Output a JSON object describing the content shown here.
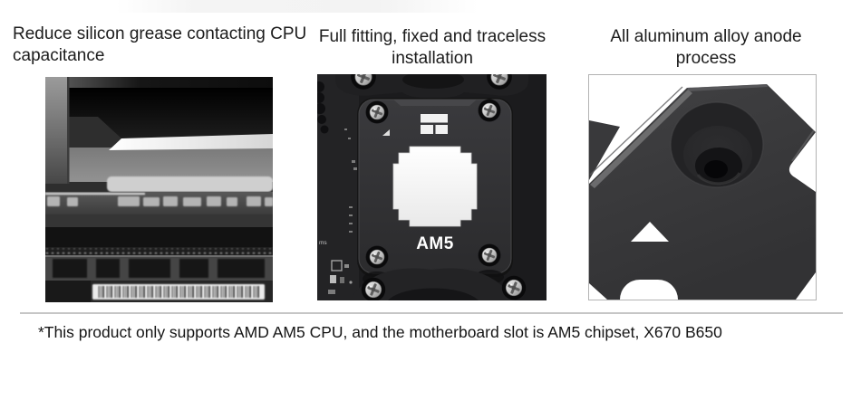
{
  "features": [
    {
      "title": "Reduce silicon grease contacting CPU capacitance",
      "image": "macro photo of CPU socket edge with cooler frame"
    },
    {
      "title": "Full fitting, fixed and traceless installation",
      "image": "AM5 mounting frame installed on motherboard",
      "frame_label": "AM5",
      "board_silkscreen": "ms"
    },
    {
      "title": "All aluminum alloy anode process",
      "image": "close-up of black anodized aluminum bracket corner with counterbore hole"
    }
  ],
  "footnote": "*This product only supports AMD AM5 CPU, and the motherboard slot is AM5 chipset, X670 B650",
  "colors": {
    "page_bg": "#ffffff",
    "heading_text": "#1c1c1c",
    "footnote_text": "#151515",
    "divider": "#c6c6c6",
    "photo_border": "#b3b3b3",
    "frame_label_text": "#ffffff",
    "bracket_dark": "#323234",
    "aluminum_dark": "#3b3b3d",
    "cutout_white": "#f6f6f6"
  }
}
